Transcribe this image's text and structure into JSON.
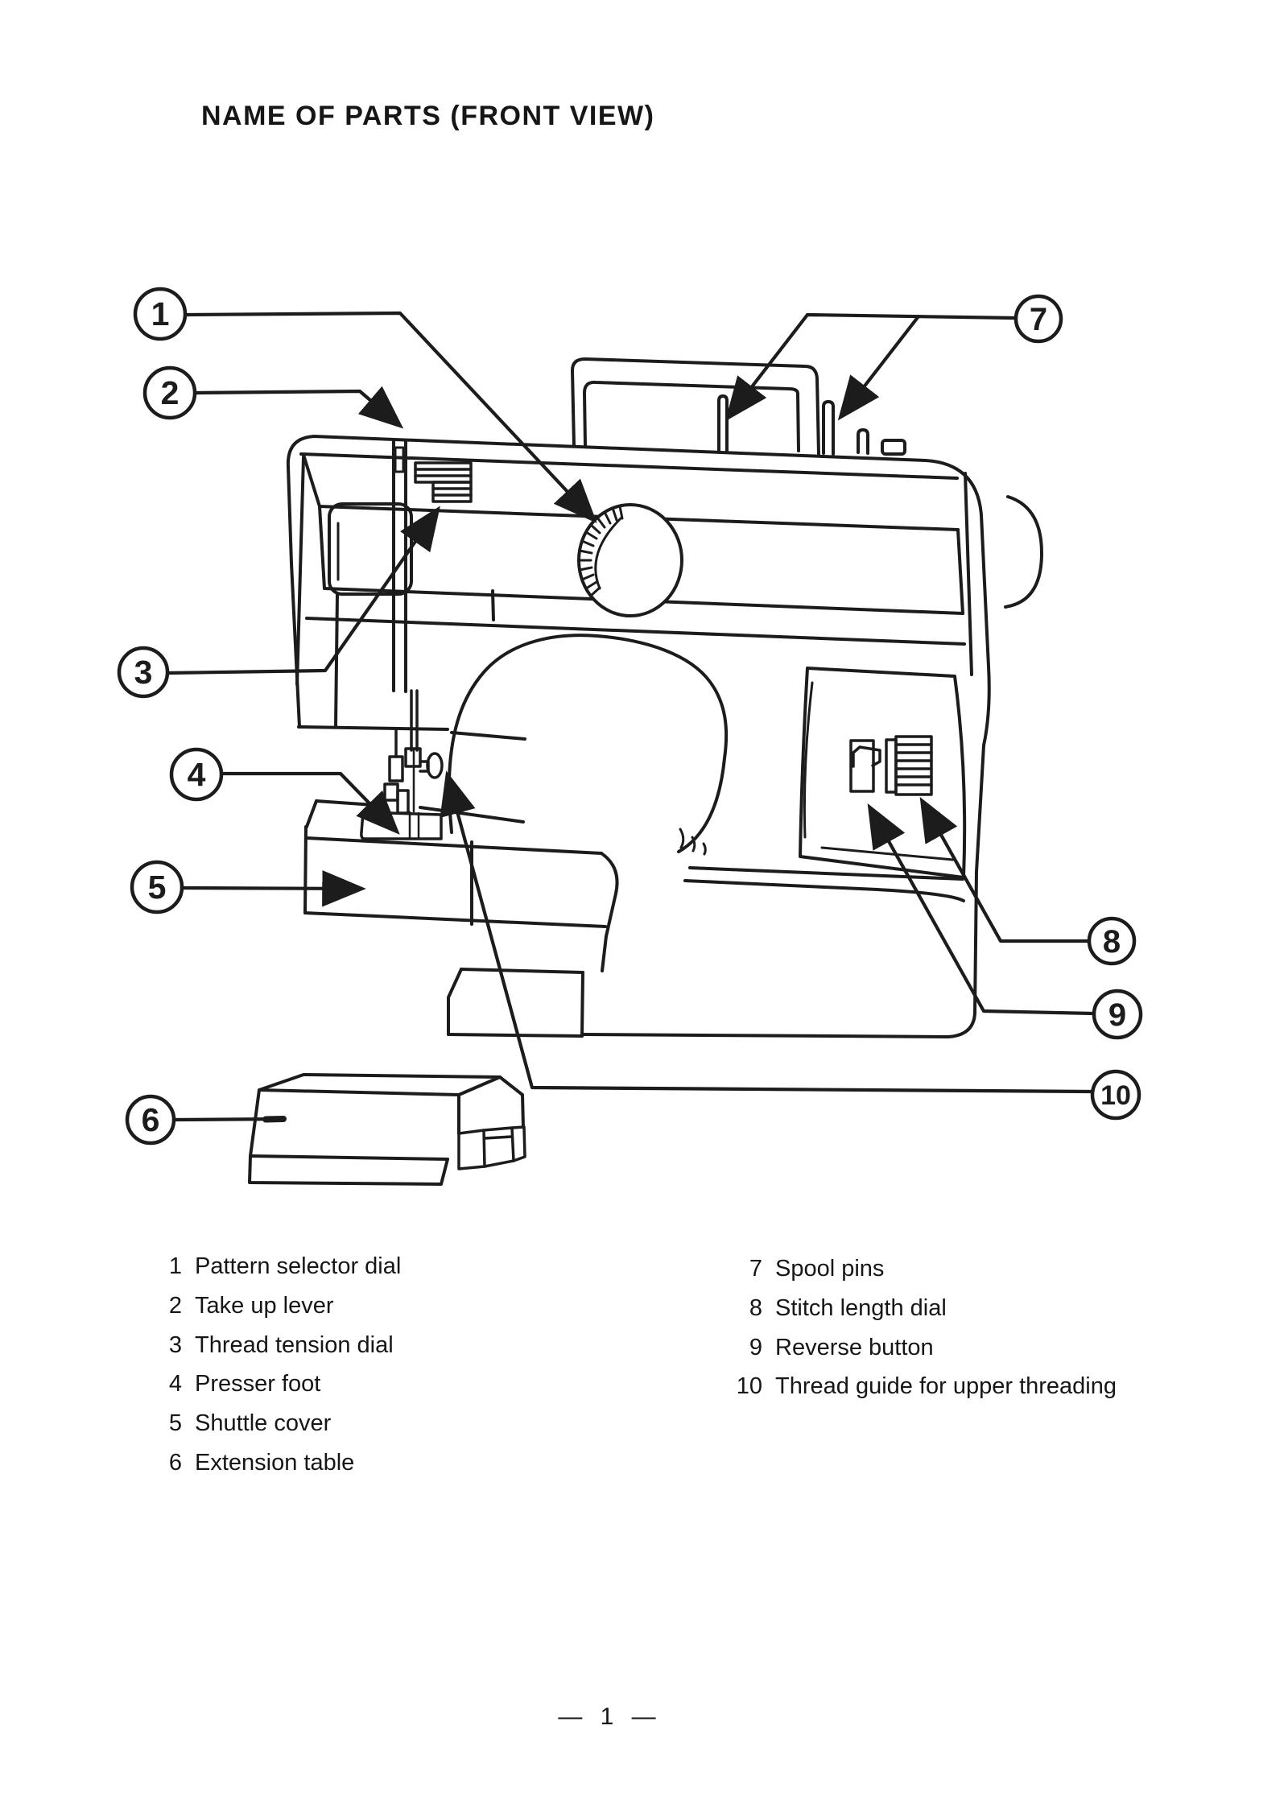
{
  "page": {
    "title": "NAME OF PARTS (FRONT VIEW)",
    "page_number": "— 1 —"
  },
  "diagram": {
    "callout_numbers": [
      "1",
      "2",
      "3",
      "4",
      "5",
      "6",
      "7",
      "8",
      "9",
      "10"
    ]
  },
  "parts_list": {
    "left": [
      {
        "num": "1",
        "label": "Pattern selector dial"
      },
      {
        "num": "2",
        "label": "Take up lever"
      },
      {
        "num": "3",
        "label": "Thread tension dial"
      },
      {
        "num": "4",
        "label": "Presser foot"
      },
      {
        "num": "5",
        "label": "Shuttle cover"
      },
      {
        "num": "6",
        "label": "Extension table"
      }
    ],
    "right": [
      {
        "num": "7",
        "label": "Spool pins"
      },
      {
        "num": "8",
        "label": "Stitch length dial"
      },
      {
        "num": "9",
        "label": "Reverse button"
      },
      {
        "num": "10",
        "label": "Thread guide for upper threading"
      }
    ]
  },
  "colors": {
    "ink": "#1c1c1c",
    "paper": "#ffffff"
  }
}
